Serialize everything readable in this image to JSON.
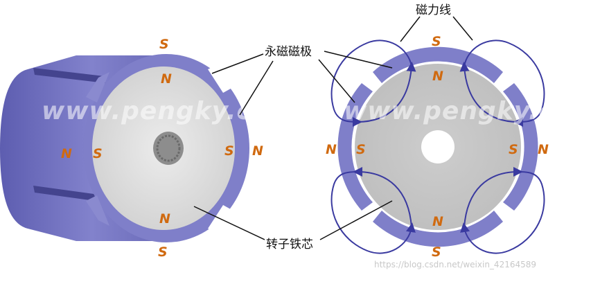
{
  "colors": {
    "magnet": "#7f7fc9",
    "magnet_dark": "#5a5aa8",
    "magnet_side": "#6767b5",
    "core": "#c9c9c9",
    "core_light": "#e6e6e6",
    "pole_text": "#d06a10",
    "flux_line": "#3a3aa0",
    "leader_line": "#111111"
  },
  "labels": {
    "flux_lines": "磁力线",
    "permanent_magnet_poles": "永磁磁极",
    "rotor_core": "转子铁芯"
  },
  "watermark": {
    "left": "www.pengky.cn",
    "right": "www.pengky.cn"
  },
  "credit": "https://blog.csdn.net/weixin_42164589",
  "left_view": {
    "outer_top": "S",
    "inner_top": "N",
    "outer_left": "N",
    "inner_left": "S",
    "inner_right": "S",
    "outer_right": "N",
    "inner_bottom": "N",
    "outer_bottom": "S"
  },
  "right_view": {
    "outer_top": "S",
    "inner_top": "N",
    "outer_left": "N",
    "inner_left": "S",
    "inner_right": "S",
    "outer_right": "N",
    "inner_bottom": "N",
    "outer_bottom": "S"
  }
}
